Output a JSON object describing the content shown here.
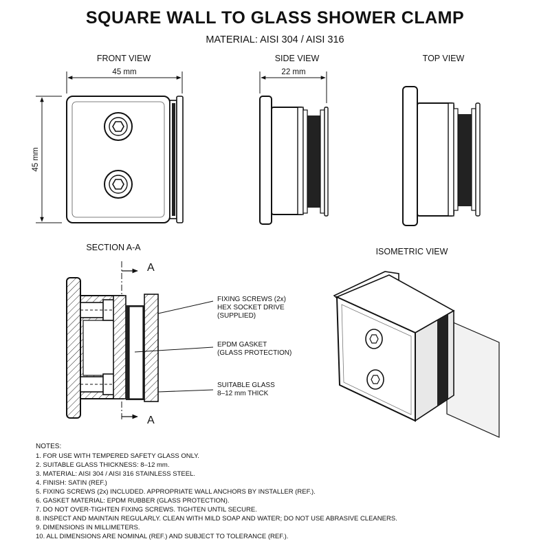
{
  "title": "SQUARE WALL TO GLASS SHOWER CLAMP",
  "subtitle": "MATERIAL: AISI 304 / AISI 316",
  "views": {
    "front": {
      "label": "FRONT VIEW",
      "width_dim": "45 mm",
      "height_dim": "45 mm"
    },
    "side": {
      "label": "SIDE VIEW",
      "width_dim": "22 mm"
    },
    "top": {
      "label": "TOP VIEW"
    },
    "section": {
      "label": "SECTION A-A",
      "marker_top": "A",
      "marker_bottom": "A"
    },
    "isometric": {
      "label": "ISOMETRIC VIEW"
    }
  },
  "callouts": [
    {
      "lines": [
        "FIXING SCREWS (2x)",
        "HEX SOCKET DRIVE",
        "(SUPPLIED)"
      ]
    },
    {
      "lines": [
        "EPDM GASKET",
        "(GLASS PROTECTION)"
      ]
    },
    {
      "lines": [
        "SUITABLE GLASS",
        "8–12 mm THICK"
      ]
    }
  ],
  "notes": {
    "title": "NOTES:",
    "items": [
      "1.  FOR USE WITH TEMPERED SAFETY GLASS ONLY.",
      "2.  SUITABLE GLASS THICKNESS: 8–12 mm.",
      "3.  MATERIAL: AISI 304 / AISI 316 STAINLESS STEEL.",
      "4.  FINISH: SATIN (REF.)",
      "5.  FIXING SCREWS (2x) INCLUDED. APPROPRIATE WALL ANCHORS BY INSTALLER (REF.).",
      "6.  GASKET MATERIAL: EPDM RUBBER (GLASS PROTECTION).",
      "7.  DO NOT OVER-TIGHTEN FIXING SCREWS. TIGHTEN UNTIL SECURE.",
      "8.  INSPECT AND MAINTAIN REGULARLY. CLEAN WITH MILD SOAP AND WATER; DO NOT USE ABRASIVE CLEANERS.",
      "9.  DIMENSIONS IN MILLIMETERS.",
      "10. ALL DIMENSIONS ARE NOMINAL (REF.) AND SUBJECT TO TOLERANCE (REF.)."
    ]
  }
}
